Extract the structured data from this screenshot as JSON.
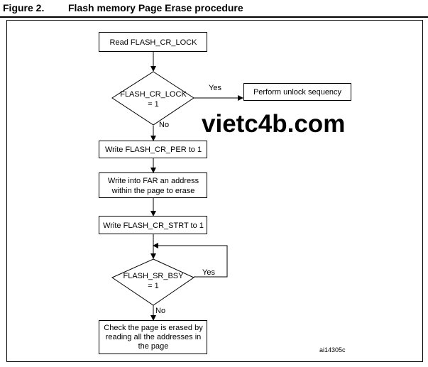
{
  "figure": {
    "number": "Figure 2.",
    "title": "Flash memory Page Erase procedure"
  },
  "nodes": {
    "read_lock": "Read FLASH_CR_LOCK",
    "check_lock_line1": "FLASH_CR_LOCK",
    "check_lock_line2": "= 1",
    "unlock": "Perform unlock sequency",
    "write_per": "Write FLASH_CR_PER to 1",
    "write_far_line1": "Write into FAR an address",
    "write_far_line2": "within the page to erase",
    "write_strt": "Write FLASH_CR_STRT to 1",
    "check_bsy_line1": "FLASH_SR_BSY",
    "check_bsy_line2": "= 1",
    "verify_line1": "Check the page is erased by",
    "verify_line2": "reading all the addresses in",
    "verify_line3": "the page"
  },
  "edge_labels": {
    "lock_yes": "Yes",
    "lock_no": "No",
    "bsy_yes": "Yes",
    "bsy_no": "No"
  },
  "reference_id": "ai14305c",
  "watermark": {
    "text": "vietc4b.com",
    "color": "#e8141c"
  },
  "colors": {
    "line": "#000000",
    "frame": "#000000",
    "box_fill": "#ffffff"
  }
}
